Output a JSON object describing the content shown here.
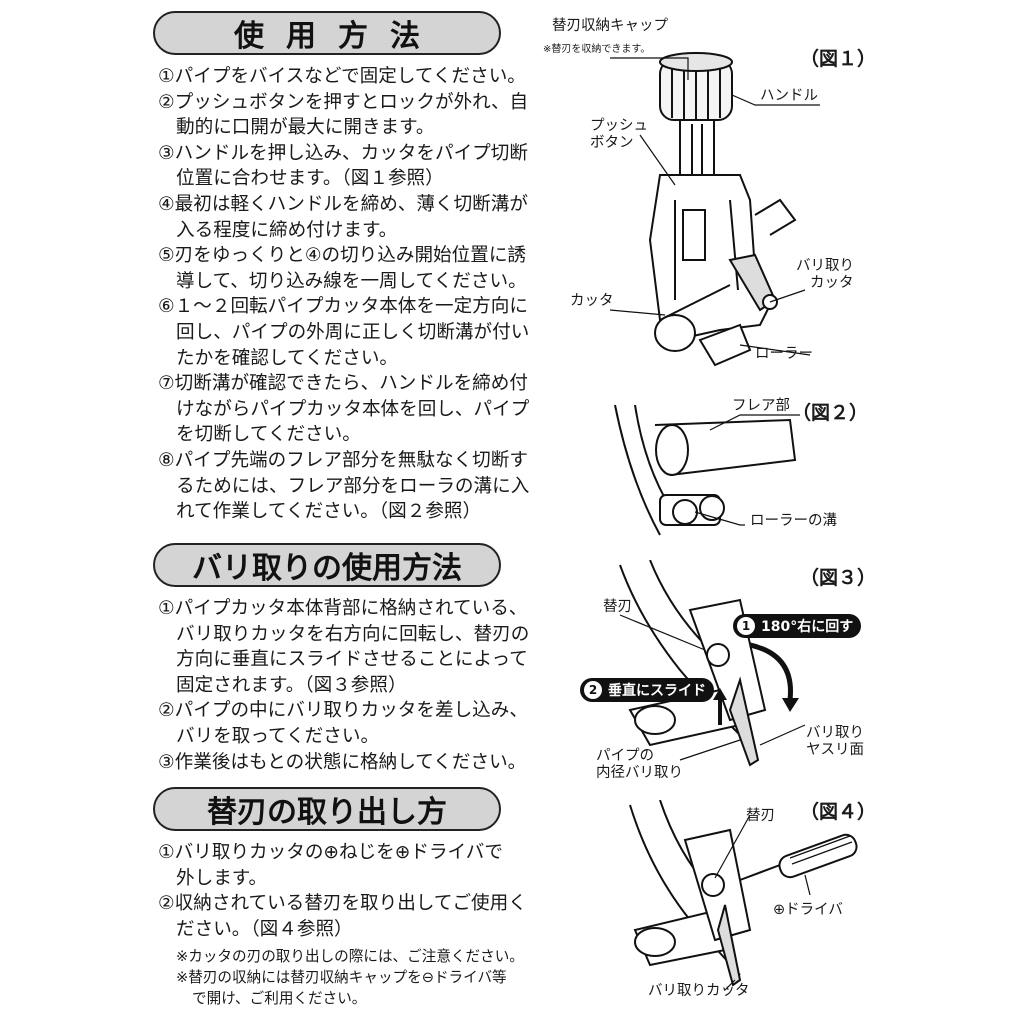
{
  "sections": {
    "usage": {
      "title": "使用方法",
      "lines": [
        "①パイプをバイスなどで固定してください。",
        "②プッシュボタンを押すとロックが外れ、自",
        "動的に口開が最大に開きます。",
        "③ハンドルを押し込み、カッタをパイプ切断",
        "位置に合わせます。（図１参照）",
        "④最初は軽くハンドルを締め、薄く切断溝が",
        "入る程度に締め付けます。",
        "⑤刃をゆっくりと④の切り込み開始位置に誘",
        "導して、切り込み線を一周してください。",
        "⑥１～２回転パイプカッタ本体を一定方向に",
        "回し、パイプの外周に正しく切断溝が付い",
        "たかを確認してください。",
        "⑦切断溝が確認できたら、ハンドルを締め付",
        "けながらパイプカッタ本体を回し、パイプ",
        "を切断してください。",
        "⑧パイプ先端のフレア部分を無駄なく切断す",
        "るためには、フレア部分をローラの溝に入",
        "れて作業してください。（図２参照）"
      ]
    },
    "deburr": {
      "title": "バリ取りの使用方法",
      "lines": [
        "①パイプカッタ本体背部に格納されている、",
        "バリ取りカッタを右方向に回転し、替刃の",
        "方向に垂直にスライドさせることによって",
        "固定されます。（図３参照）",
        "②パイプの中にバリ取りカッタを差し込み、",
        "バリを取ってください。",
        "③作業後はもとの状態に格納してください。"
      ]
    },
    "blade": {
      "title": "替刃の取り出し方",
      "lines": [
        "①バリ取りカッタの⊕ねじを⊕ドライバで",
        "外します。",
        "②収納されている替刃を取り出してご使用く",
        "ださい。（図４参照）"
      ],
      "notes": [
        "※カッタの刃の取り出しの際には、ご注意ください。",
        "※替刃の収納には替刃収納キャップを⊖ドライバ等",
        "で開け、ご利用ください。"
      ]
    }
  },
  "figures": {
    "fig1": {
      "label": "（図１）",
      "cap": "替刃収納キャップ",
      "cap_note": "※替刃を収納できます。",
      "handle": "ハンドル",
      "push_1": "プッシュ",
      "push_2": "ボタン",
      "deburr_1": "バリ取り",
      "deburr_2": "カッタ",
      "cutter": "カッタ",
      "roller": "ローラー"
    },
    "fig2": {
      "label": "（図２）",
      "flare": "フレア部",
      "groove": "ローラーの溝"
    },
    "fig3": {
      "label": "（図３）",
      "blade": "替刃",
      "step1_num": "1",
      "step1": "180°右に回す",
      "step2_num": "2",
      "step2": "垂直にスライド",
      "file_1": "バリ取り",
      "file_2": "ヤスリ面",
      "inner_1": "パイプの",
      "inner_2": "内径バリ取り"
    },
    "fig4": {
      "label": "（図４）",
      "blade": "替刃",
      "driver": "⊕ドライバ",
      "deburr": "バリ取りカッタ"
    }
  }
}
